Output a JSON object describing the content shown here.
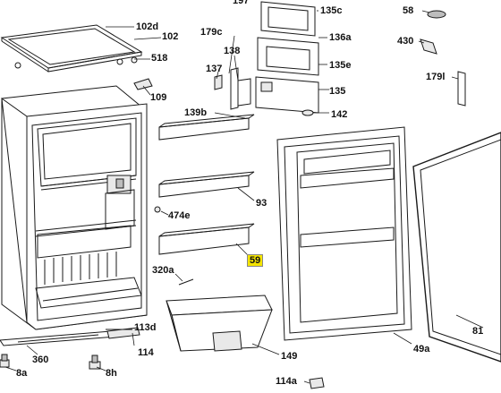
{
  "parts": {
    "p197": "197",
    "p135c": "135c",
    "p58": "58",
    "p102d": "102d",
    "p102": "102",
    "p179c": "179c",
    "p136a": "136a",
    "p430": "430",
    "p518": "518",
    "p138": "138",
    "p137": "137",
    "p135e": "135e",
    "p179l": "179l",
    "p109": "109",
    "p135": "135",
    "p139b": "139b",
    "p142": "142",
    "p474e": "474e",
    "p93": "93",
    "p59": "59",
    "p320a": "320a",
    "p113d": "113d",
    "p114": "114",
    "p149": "149",
    "p49a": "49a",
    "p81": "81",
    "p360": "360",
    "p8a": "8a",
    "p8h": "8h",
    "p114a": "114a"
  },
  "highlighted_part": "59",
  "colors": {
    "highlight": "#f4e400",
    "line": "#1a1a1a"
  }
}
